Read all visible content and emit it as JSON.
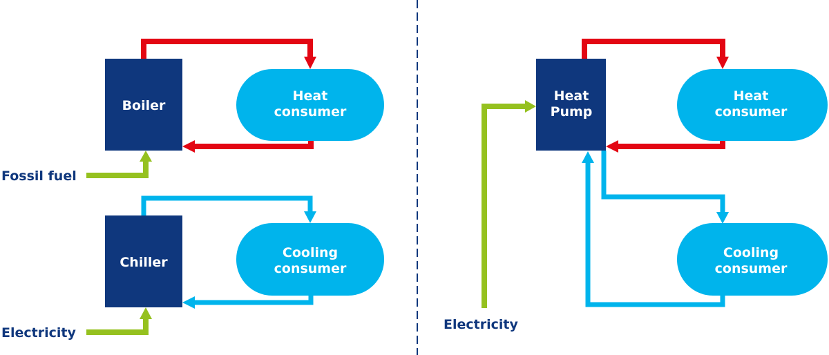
{
  "colors": {
    "navy": "#0f377d",
    "cyan": "#00b4ec",
    "red": "#e30613",
    "green": "#95c11f",
    "white": "#ffffff"
  },
  "left": {
    "boiler": "Boiler",
    "heat_consumer": [
      "Heat",
      "consumer"
    ],
    "fossil_fuel": "Fossil fuel",
    "chiller": "Chiller",
    "cooling_consumer": [
      "Cooling",
      "consumer"
    ],
    "electricity": "Electricity"
  },
  "right": {
    "heat_pump": [
      "Heat",
      "Pump"
    ],
    "heat_consumer": [
      "Heat",
      "consumer"
    ],
    "cooling_consumer": [
      "Cooling",
      "consumer"
    ],
    "electricity": "Electricity"
  }
}
